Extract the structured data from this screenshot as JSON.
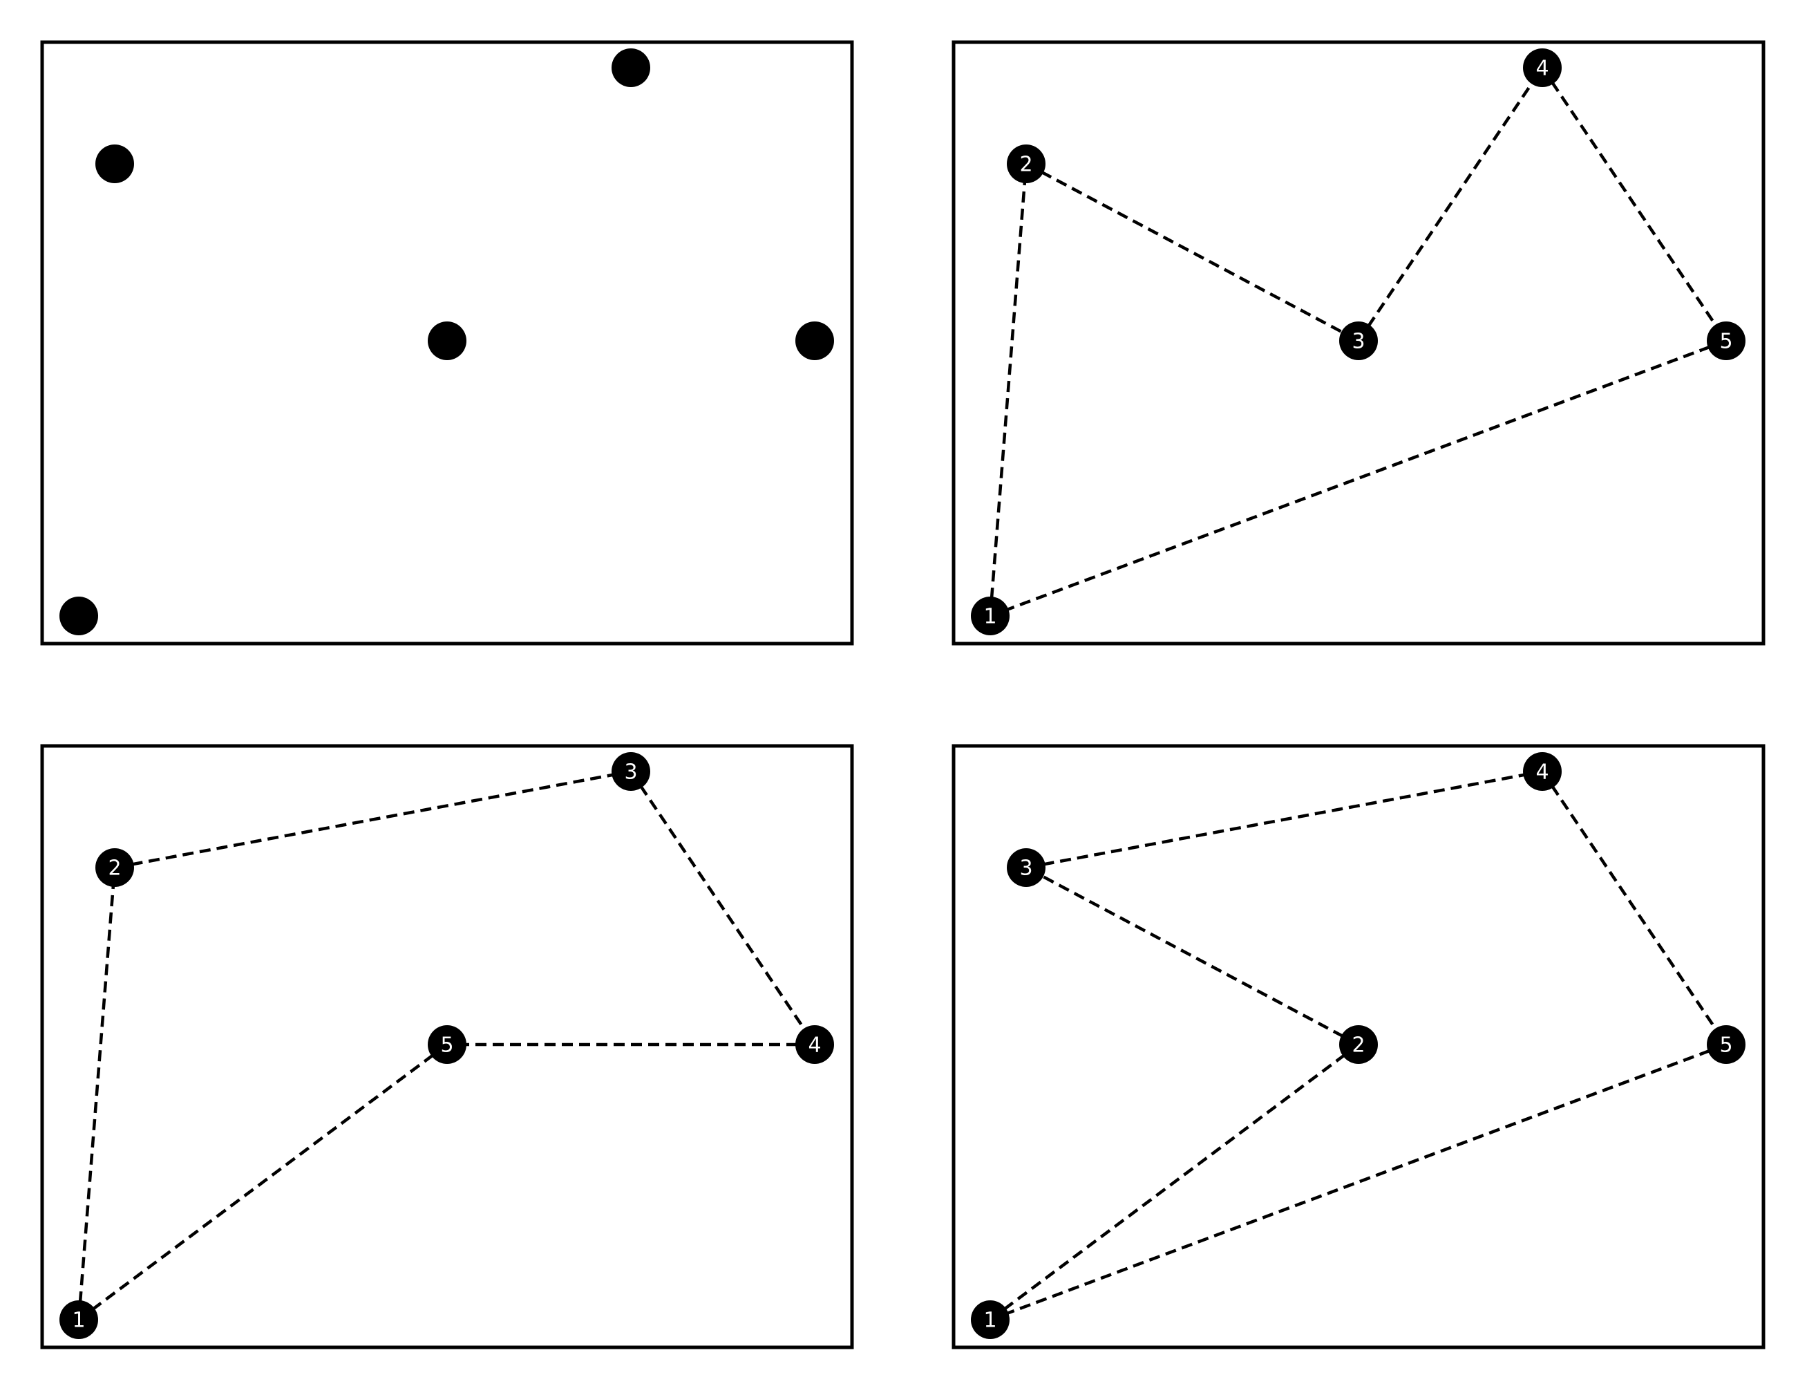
{
  "figure": {
    "panels": [
      {
        "id": "panel-top-left",
        "points": [
          "A",
          "B",
          "C",
          "D",
          "E"
        ],
        "show_labels": false,
        "show_tour": false,
        "labels": {},
        "tour": []
      },
      {
        "id": "panel-top-right",
        "points": [
          "A",
          "B",
          "C",
          "D",
          "E"
        ],
        "show_labels": true,
        "show_tour": true,
        "labels": {
          "A": "1",
          "B": "2",
          "C": "3",
          "D": "4",
          "E": "5"
        },
        "tour": [
          "A",
          "B",
          "C",
          "D",
          "E",
          "A"
        ]
      },
      {
        "id": "panel-bottom-left",
        "points": [
          "A",
          "B",
          "C",
          "D",
          "E"
        ],
        "show_labels": true,
        "show_tour": true,
        "labels": {
          "A": "1",
          "B": "2",
          "D": "3",
          "E": "4",
          "C": "5"
        },
        "tour": [
          "A",
          "B",
          "D",
          "E",
          "C",
          "A"
        ]
      },
      {
        "id": "panel-bottom-right",
        "points": [
          "A",
          "B",
          "C",
          "D",
          "E"
        ],
        "show_labels": true,
        "show_tour": true,
        "labels": {
          "A": "1",
          "C": "2",
          "B": "3",
          "D": "4",
          "E": "5"
        },
        "tour": [
          "A",
          "C",
          "B",
          "D",
          "E",
          "A"
        ]
      }
    ]
  },
  "colors": {
    "node": "#000000",
    "edge": "#000000",
    "label": "#ffffff",
    "frame": "#000000",
    "background": "#ffffff"
  }
}
